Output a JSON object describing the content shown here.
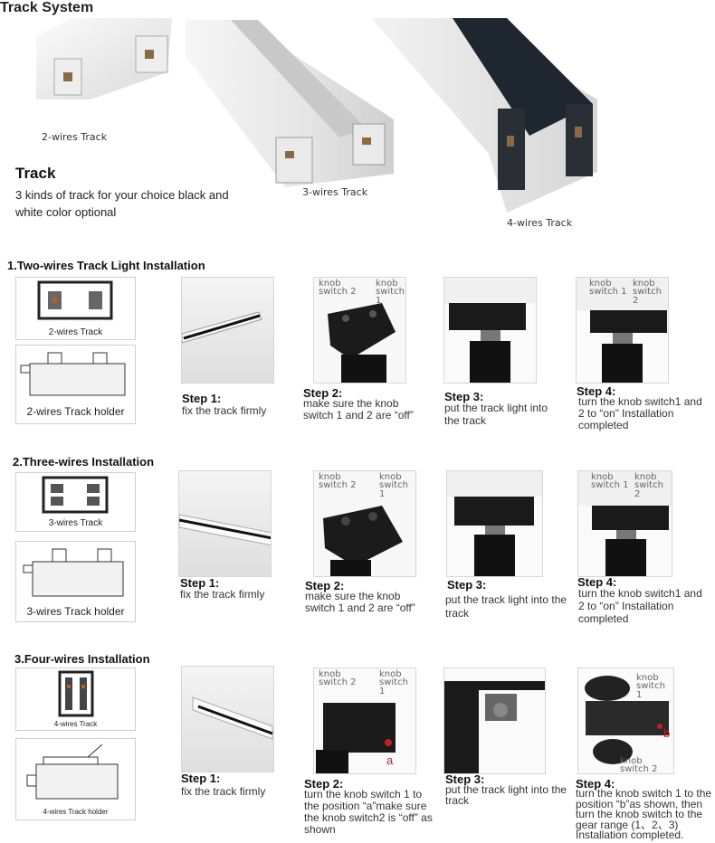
{
  "header": {
    "title": "Track System"
  },
  "hero": {
    "cap_2wire": "2-wires Track",
    "cap_3wire": "3-wires Track",
    "cap_4wire": "4-wires Track",
    "track_heading": "Track",
    "track_desc": "3 kinds of track for your choice black and white color optional"
  },
  "sections": [
    {
      "title": "1.Two-wires Track Light Installation",
      "track_label": "2-wires Track",
      "holder_label": "2-wires Track holder",
      "knob_labels": {
        "s2_a": "knob",
        "s2_a2": "switch 2",
        "s2_b": "knob",
        "s2_b2": "switch 1",
        "s4_a": "knob",
        "s4_a2": "switch 1",
        "s4_b": "knob",
        "s4_b2": "switch 2"
      },
      "steps": [
        {
          "label": "Step 1:",
          "text": "fix the track firmly"
        },
        {
          "label": "Step 2:",
          "text": "make sure the knob switch 1 and 2  are “off”"
        },
        {
          "label": "Step 3:",
          "text": "put the track light into the track"
        },
        {
          "label": "Step 4:",
          "text": "turn the knob switch1 and 2 to “on” Installation completed"
        }
      ]
    },
    {
      "title": "2.Three-wires Installation",
      "track_label": "3-wires Track",
      "holder_label": "3-wires Track holder",
      "knob_labels": {
        "s2_a": "knob",
        "s2_a2": "switch 2",
        "s2_b": "knob",
        "s2_b2": "switch 1",
        "s4_a": "knob",
        "s4_a2": "switch 1",
        "s4_b": "knob",
        "s4_b2": "switch 2"
      },
      "steps": [
        {
          "label": "Step 1:",
          "text": "fix the track firmly"
        },
        {
          "label": "Step 2:",
          "text": "make sure the knob switch 1 and 2  are “off”"
        },
        {
          "label": "Step 3:",
          "text": "put the track light into the track"
        },
        {
          "label": "Step 4:",
          "text": "turn the knob switch1 and 2 to “on” Installation completed"
        }
      ]
    },
    {
      "title": "3.Four-wires Installation",
      "track_label": "4-wires Track",
      "holder_label": "4-wires Track holder",
      "knob_labels": {
        "s2_a": "knob",
        "s2_a2": "switch 2",
        "s2_b": "knob",
        "s2_b2": "switch 1",
        "s2_mark": "a",
        "s4_a": "knob",
        "s4_a2": "switch 1",
        "s4_b": "knob",
        "s4_b2": "switch 2",
        "s4_mark": "b"
      },
      "steps": [
        {
          "label": "Step 1:",
          "text": "fix the track firmly"
        },
        {
          "label": "Step 2:",
          "text": "turn the knob switch 1 to the position “a”make sure the knob switch2 is “off” as shown"
        },
        {
          "label": "Step 3:",
          "text": "put the track light into the track"
        },
        {
          "label": "Step 4:",
          "text": "turn the knob switch 1 to the position “b”as shown, then turn the knob switch to the gear range (1、2、3) Installation completed."
        }
      ]
    }
  ]
}
